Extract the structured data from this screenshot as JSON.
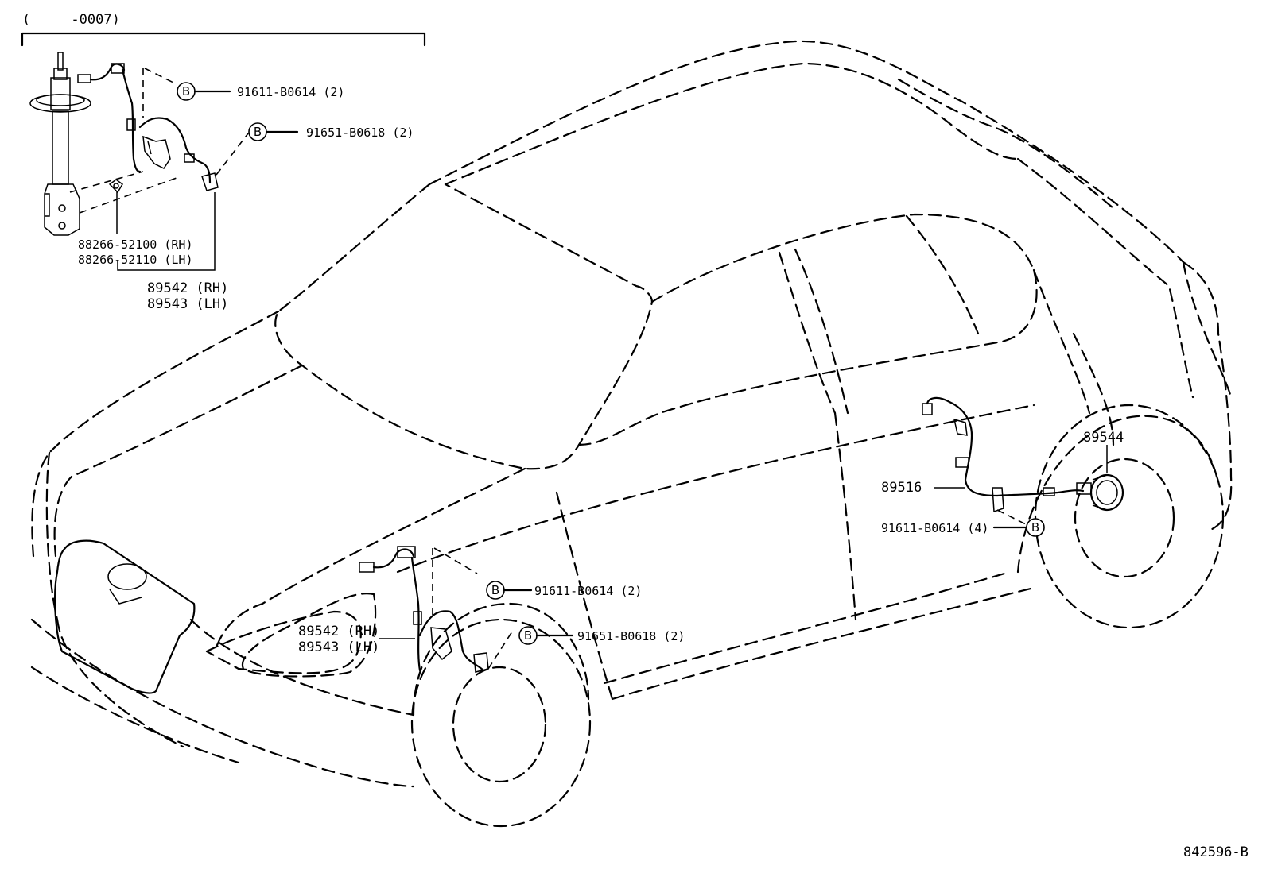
{
  "inset": {
    "range_label": "(     -0007)",
    "bolt_1": {
      "symbol": "B",
      "part": "91611-B0614 (2)"
    },
    "bolt_2": {
      "symbol": "B",
      "part": "91651-B0618 (2)"
    },
    "clamp_rh": "88266-52100 (RH)",
    "clamp_lh": "88266-52110 (LH)",
    "sensor_rh": "89542 (RH)",
    "sensor_lh": "89543 (LH)"
  },
  "front": {
    "sensor_rh": "89542 (RH)",
    "sensor_lh": "89543 (LH)",
    "bolt_1": {
      "symbol": "B",
      "part": "91611-B0614 (2)"
    },
    "bolt_2": {
      "symbol": "B",
      "part": "91651-B0618 (2)"
    }
  },
  "rear": {
    "rotor": "89544",
    "sensor": "89516",
    "bolt": {
      "symbol": "B",
      "part": "91611-B0614 (4)"
    }
  },
  "diagram_id": "842596-B"
}
